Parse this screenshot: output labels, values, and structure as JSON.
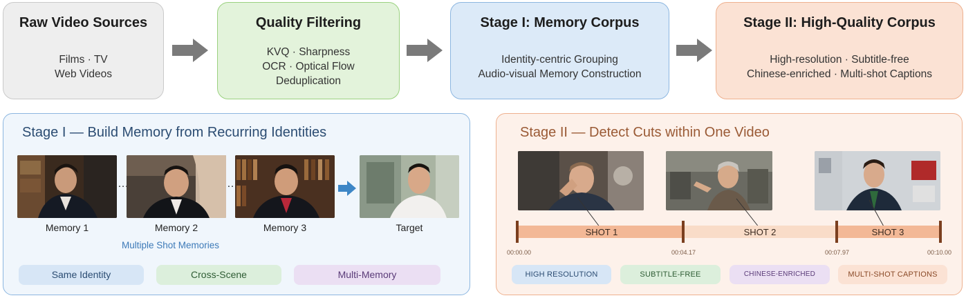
{
  "pipeline": {
    "raw": {
      "title": "Raw Video Sources",
      "lines": [
        "Films · TV",
        "Web Videos"
      ]
    },
    "quality": {
      "title": "Quality Filtering",
      "lines": [
        "KVQ · Sharpness",
        "OCR · Optical Flow",
        "Deduplication"
      ]
    },
    "stage1": {
      "title": "Stage I: Memory Corpus",
      "lines": [
        "Identity-centric Grouping",
        "Audio-visual Memory Construction"
      ]
    },
    "stage2": {
      "title": "Stage II: High-Quality Corpus",
      "lines": [
        "High-resolution · Subtitle-free",
        "Chinese-enriched · Multi-shot Captions"
      ]
    }
  },
  "panel1": {
    "title": "Stage I — Build Memory from Recurring Identities",
    "frames": [
      {
        "label": "Memory 1"
      },
      {
        "label": "Memory 2"
      },
      {
        "label": "Memory 3"
      },
      {
        "label": "Target"
      }
    ],
    "ellipsis": "…",
    "subtitle": "Multiple Shot Memories",
    "tags": [
      "Same Identity",
      "Cross-Scene",
      "Multi-Memory"
    ]
  },
  "panel2": {
    "title": "Stage II — Detect Cuts within One Video",
    "shots": [
      "SHOT 1",
      "SHOT 2",
      "SHOT 3"
    ],
    "timestamps": [
      "00:00.00",
      "00:04.17",
      "00:07.97",
      "00:10.00"
    ],
    "tags": [
      "HIGH RESOLUTION",
      "SUBTITLE-FREE",
      "CHINESE-ENRICHED",
      "MULTI-SHOT CAPTIONS"
    ]
  },
  "colors": {
    "arrow": "#7a7a7a",
    "stage1_accent": "#2b4c72",
    "stage2_accent": "#9a5a35",
    "shot_bar_dark": "#f3b896",
    "shot_bar_light": "#f9dcc8",
    "tick": "#7b3f1f"
  }
}
